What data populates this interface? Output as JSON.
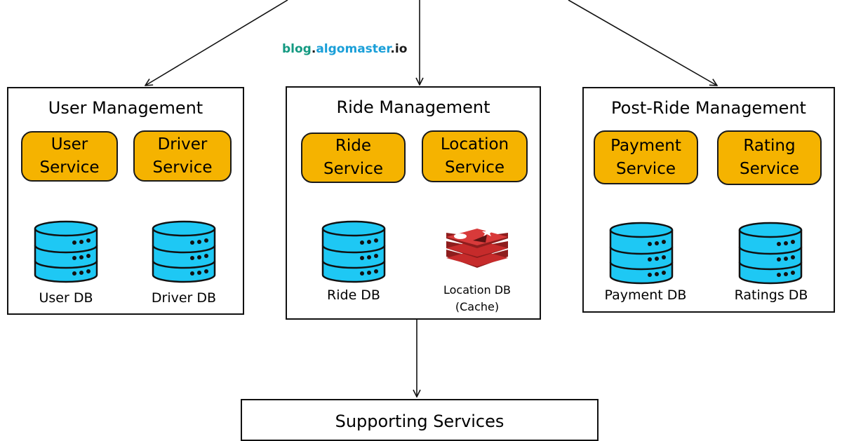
{
  "watermark": {
    "part1": "blog",
    "dot1": ".",
    "part2": "algomaster",
    "dot2": ".",
    "part3": "io"
  },
  "groups": [
    {
      "title": "User Management",
      "services": [
        {
          "label": "User\nService",
          "db_label": "User DB",
          "store": "database-icon"
        },
        {
          "label": "Driver\nService",
          "db_label": "Driver DB",
          "store": "database-icon"
        }
      ]
    },
    {
      "title": "Ride Management",
      "services": [
        {
          "label": "Ride\nService",
          "db_label": "Ride DB",
          "store": "database-icon"
        },
        {
          "label": "Location\nService",
          "db_label": "Location DB\n(Cache)",
          "store": "redis-cache-icon"
        }
      ]
    },
    {
      "title": "Post-Ride Management",
      "services": [
        {
          "label": "Payment\nService",
          "db_label": "Payment DB",
          "store": "database-icon"
        },
        {
          "label": "Rating\nService",
          "db_label": "Ratings DB",
          "store": "database-icon"
        }
      ]
    }
  ],
  "supporting": {
    "title": "Supporting Services"
  },
  "colors": {
    "service_fill": "#f5b300",
    "database_fill": "#1ec8f4",
    "cache_fill": "#c62b2b",
    "watermark_green": "#159a82",
    "watermark_blue": "#1a9fd8"
  }
}
